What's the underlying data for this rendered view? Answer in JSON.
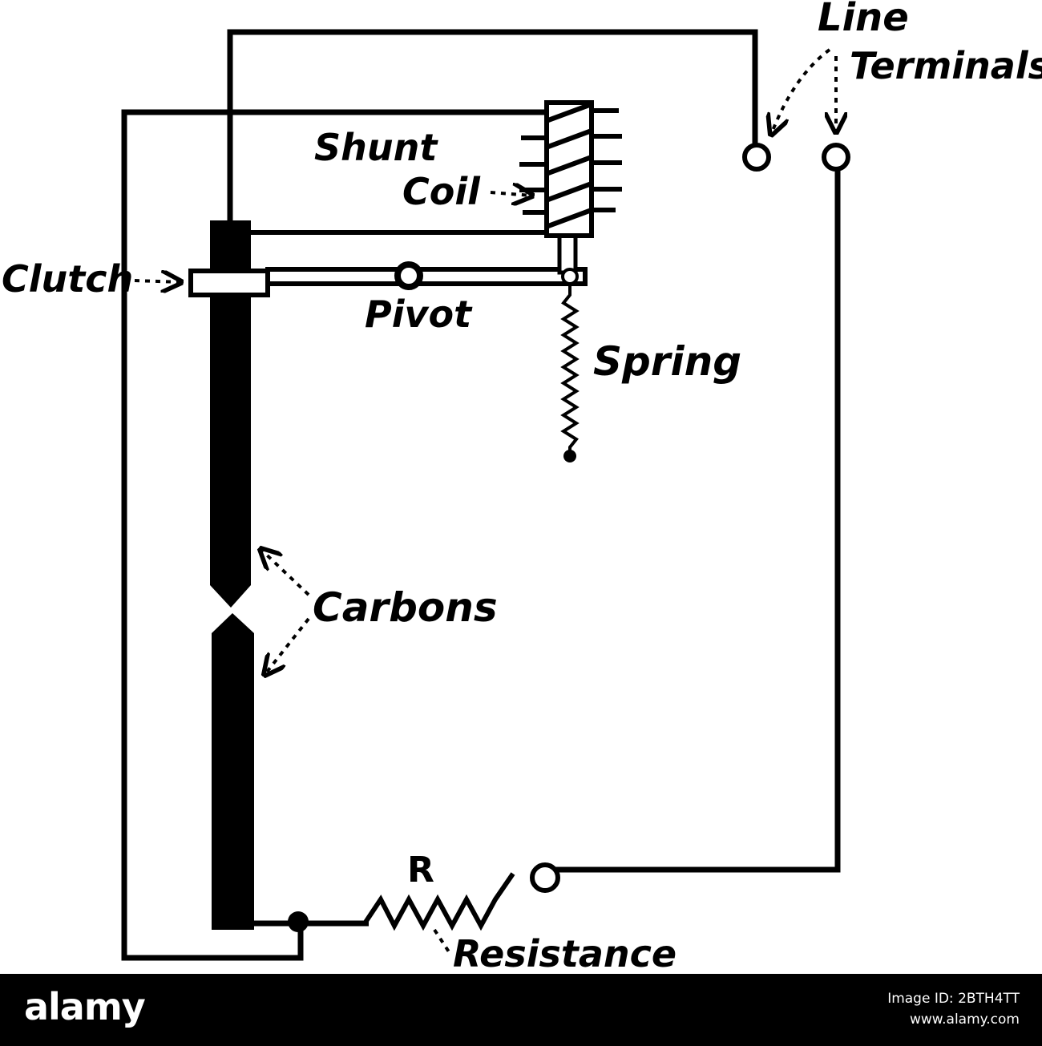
{
  "labels": {
    "line": "Line",
    "terminals": "Terminals",
    "shunt": "Shunt",
    "coil": "Coil",
    "clutch": "Clutch",
    "pivot": "Pivot",
    "spring": "Spring",
    "carbons": "Carbons",
    "r": "R",
    "resistance": "Resistance"
  },
  "footer": {
    "brand": "alamy",
    "image_id": "Image ID: 2BTH4TT",
    "url": "www.alamy.com"
  },
  "colors": {
    "ink": "#000000",
    "paper": "#ffffff",
    "footer_bg": "#000000"
  }
}
